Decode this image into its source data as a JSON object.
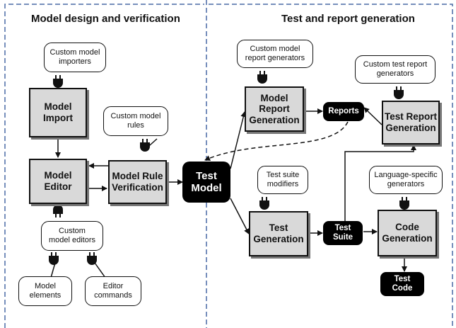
{
  "left_title": "Model design and verification",
  "right_title": "Test and report generation",
  "nodes": {
    "model_import": "Model\nImport",
    "model_editor": "Model\nEditor",
    "model_rule_verification": "Model Rule\nVerification",
    "test_model": "Test\nModel",
    "model_report_generation": "Model\nReport\nGeneration",
    "reports": "Reports",
    "test_report_generation": "Test Report\nGeneration",
    "test_generation": "Test\nGeneration",
    "test_suite": "Test\nSuite",
    "code_generation": "Code\nGeneration",
    "test_code": "Test\nCode"
  },
  "extensions": {
    "custom_model_importers": "Custom model\nimporters",
    "custom_model_rules": "Custom model\nrules",
    "custom_model_editors": "Custom\nmodel editors",
    "model_elements": "Model\nelements",
    "editor_commands": "Editor\ncommands",
    "custom_model_report_generators": "Custom model\nreport generators",
    "custom_test_report_generators": "Custom  test report\ngenerators",
    "test_suite_modifiers": "Test suite\nmodifiers",
    "language_specific_generators": "Language-specific\ngenerators"
  },
  "colors": {
    "box_fill": "#d9d9d9",
    "divider": "#4a6aa5",
    "black_node": "#000000"
  }
}
